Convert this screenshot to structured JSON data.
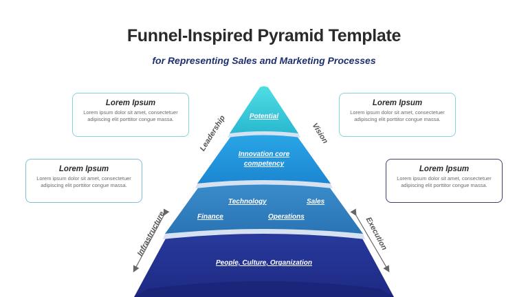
{
  "title": "Funnel-Inspired Pyramid Template",
  "subtitle": "for Representing Sales and Marketing Processes",
  "cards": [
    {
      "title": "Lorem Ipsum",
      "body": "Lorem ipsum dolor sit amet, consectetuer adipiscing elit porttitor congue massa.",
      "border": "#7fd3dc"
    },
    {
      "title": "Lorem Ipsum",
      "body": "Lorem ipsum dolor sit amet, consectetuer adipiscing elit porttitor congue massa.",
      "border": "#7fd3dc"
    },
    {
      "title": "Lorem Ipsum",
      "body": "Lorem ipsum dolor sit amet, consectetuer adipiscing elit porttitor congue massa.",
      "border": "#7ec0dc"
    },
    {
      "title": "Lorem Ipsum",
      "body": "Lorem ipsum dolor sit amet, consectetuer adipiscing elit porttitor congue massa.",
      "border": "#3a4170"
    }
  ],
  "tiers": {
    "top": {
      "label": "Potential",
      "color": "#2ec9d6"
    },
    "second": {
      "label": "Innovation core competency",
      "color": "#1e93dc"
    },
    "third": {
      "labels": [
        "Technology",
        "Sales",
        "Finance",
        "Operations"
      ],
      "color": "#2f86c4"
    },
    "base": {
      "label": "People, Culture, Organization",
      "color": "#24318f"
    }
  },
  "sides": {
    "leadership": "Leadership",
    "vision": "Vision",
    "infrastructure": "Infrastructure",
    "execution": "Execution"
  }
}
